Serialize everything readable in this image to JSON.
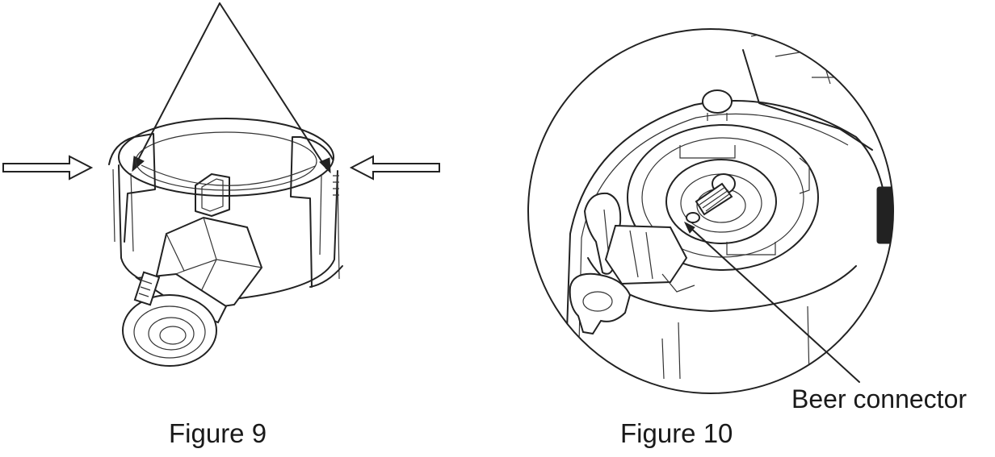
{
  "figures": [
    {
      "caption": "Figure 9"
    },
    {
      "caption": "Figure 10",
      "callout": "Beer connector"
    }
  ]
}
